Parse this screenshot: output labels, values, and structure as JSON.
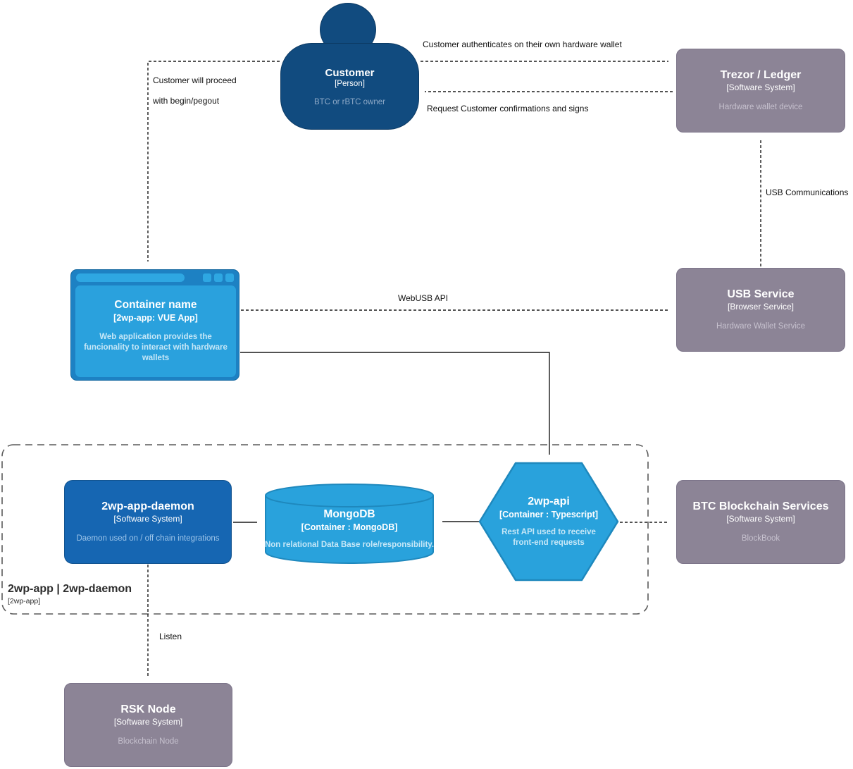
{
  "nodes": {
    "customer": {
      "title": "Customer",
      "subtitle": "[Person]",
      "description": "BTC or rBTC owner"
    },
    "trezor": {
      "title": "Trezor / Ledger",
      "subtitle": "[Software System]",
      "description": "Hardware wallet device"
    },
    "webapp": {
      "title": "Container name",
      "subtitle": "[2wp-app: VUE App]",
      "description": "Web application provides the funcionality to interact with hardware wallets"
    },
    "usb_service": {
      "title": "USB Service",
      "subtitle": "[Browser Service]",
      "description": "Hardware Wallet Service"
    },
    "daemon": {
      "title": "2wp-app-daemon",
      "subtitle": "[Software System]",
      "description": "Daemon used on / off chain integrations"
    },
    "mongodb": {
      "title": "MongoDB",
      "subtitle": "[Container : MongoDB]",
      "description": "Non relational Data Base role/responsibility."
    },
    "api": {
      "title": "2wp-api",
      "subtitle": "[Container : Typescript]",
      "description": "Rest API used to receive front-end requests"
    },
    "btc": {
      "title": "BTC Blockchain Services",
      "subtitle": "[Software System]",
      "description": "BlockBook"
    },
    "rsk": {
      "title": "RSK Node",
      "subtitle": "[Software System]",
      "description": "Blockchain Node"
    }
  },
  "boundary": {
    "title": "2wp-app | 2wp-daemon",
    "subtitle": "[2wp-app]"
  },
  "edges": {
    "auth": "Customer authenticates on their own hardware wallet",
    "confirm": "Request Customer confirmations and signs",
    "proceed_line1": "Customer will proceed",
    "proceed_line2": "with begin/pegout",
    "usb_comm": "USB Communications",
    "webusb": "WebUSB API",
    "listen": "Listen"
  },
  "colors": {
    "person_fill": "#114b7f",
    "gray_fill": "#8c8496",
    "browser_frame": "#1d81c3",
    "light_blue_fill": "#29a2dc",
    "dark_blue_fill": "#1666b2",
    "edge_stroke": "#1a1a1a",
    "boundary_stroke": "#5a5a5a"
  }
}
